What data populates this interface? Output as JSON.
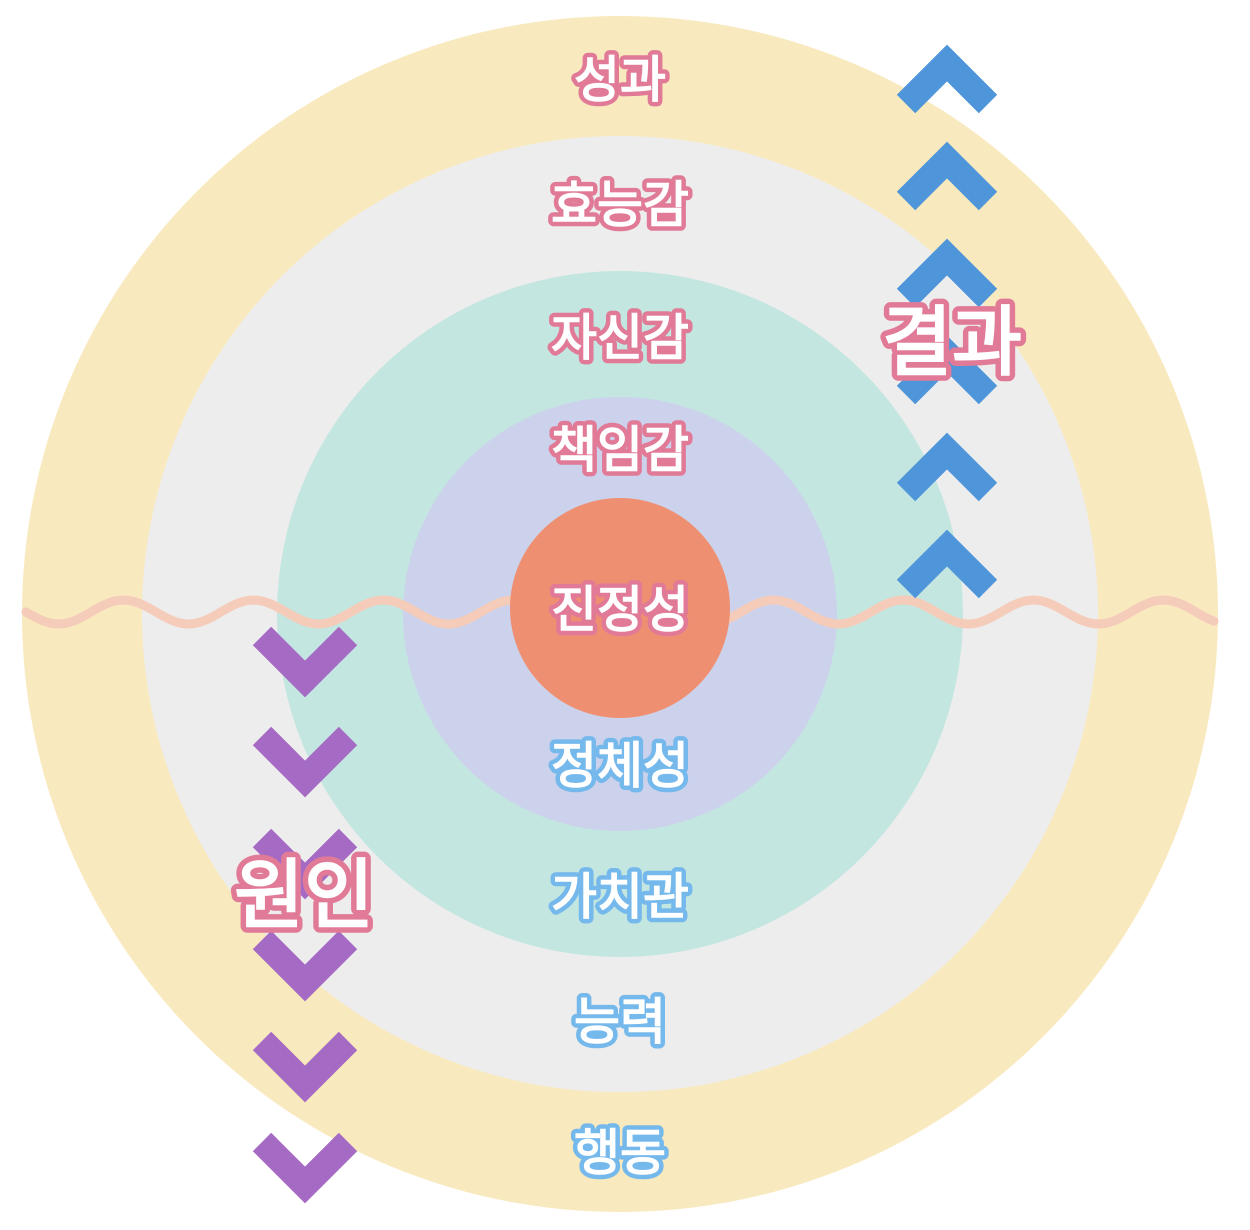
{
  "colors": {
    "outer_ring": "#F9E9BE",
    "second_ring": "#EDEDED",
    "third_ring": "#C3E6E0",
    "fourth_ring": "#CCD2EC",
    "core": "#EF8F72",
    "wave": "#F5CBB9",
    "up_arrow": "#4F95DA",
    "down_arrow": "#A56AC3",
    "pink_text": "#E07A97",
    "blue_text": "#74B8EC",
    "text_fill": "#FFFFFF"
  },
  "upper_labels": [
    "성과",
    "효능감",
    "자신감",
    "책임감"
  ],
  "core_label": "진정성",
  "lower_labels": [
    "정체성",
    "가치관",
    "능력",
    "행동"
  ],
  "result_label": "결과",
  "cause_label": "원인",
  "icons": {
    "up_arrows": "chevron-up-icon",
    "down_arrows": "chevron-down-icon",
    "divider": "wave-line"
  }
}
